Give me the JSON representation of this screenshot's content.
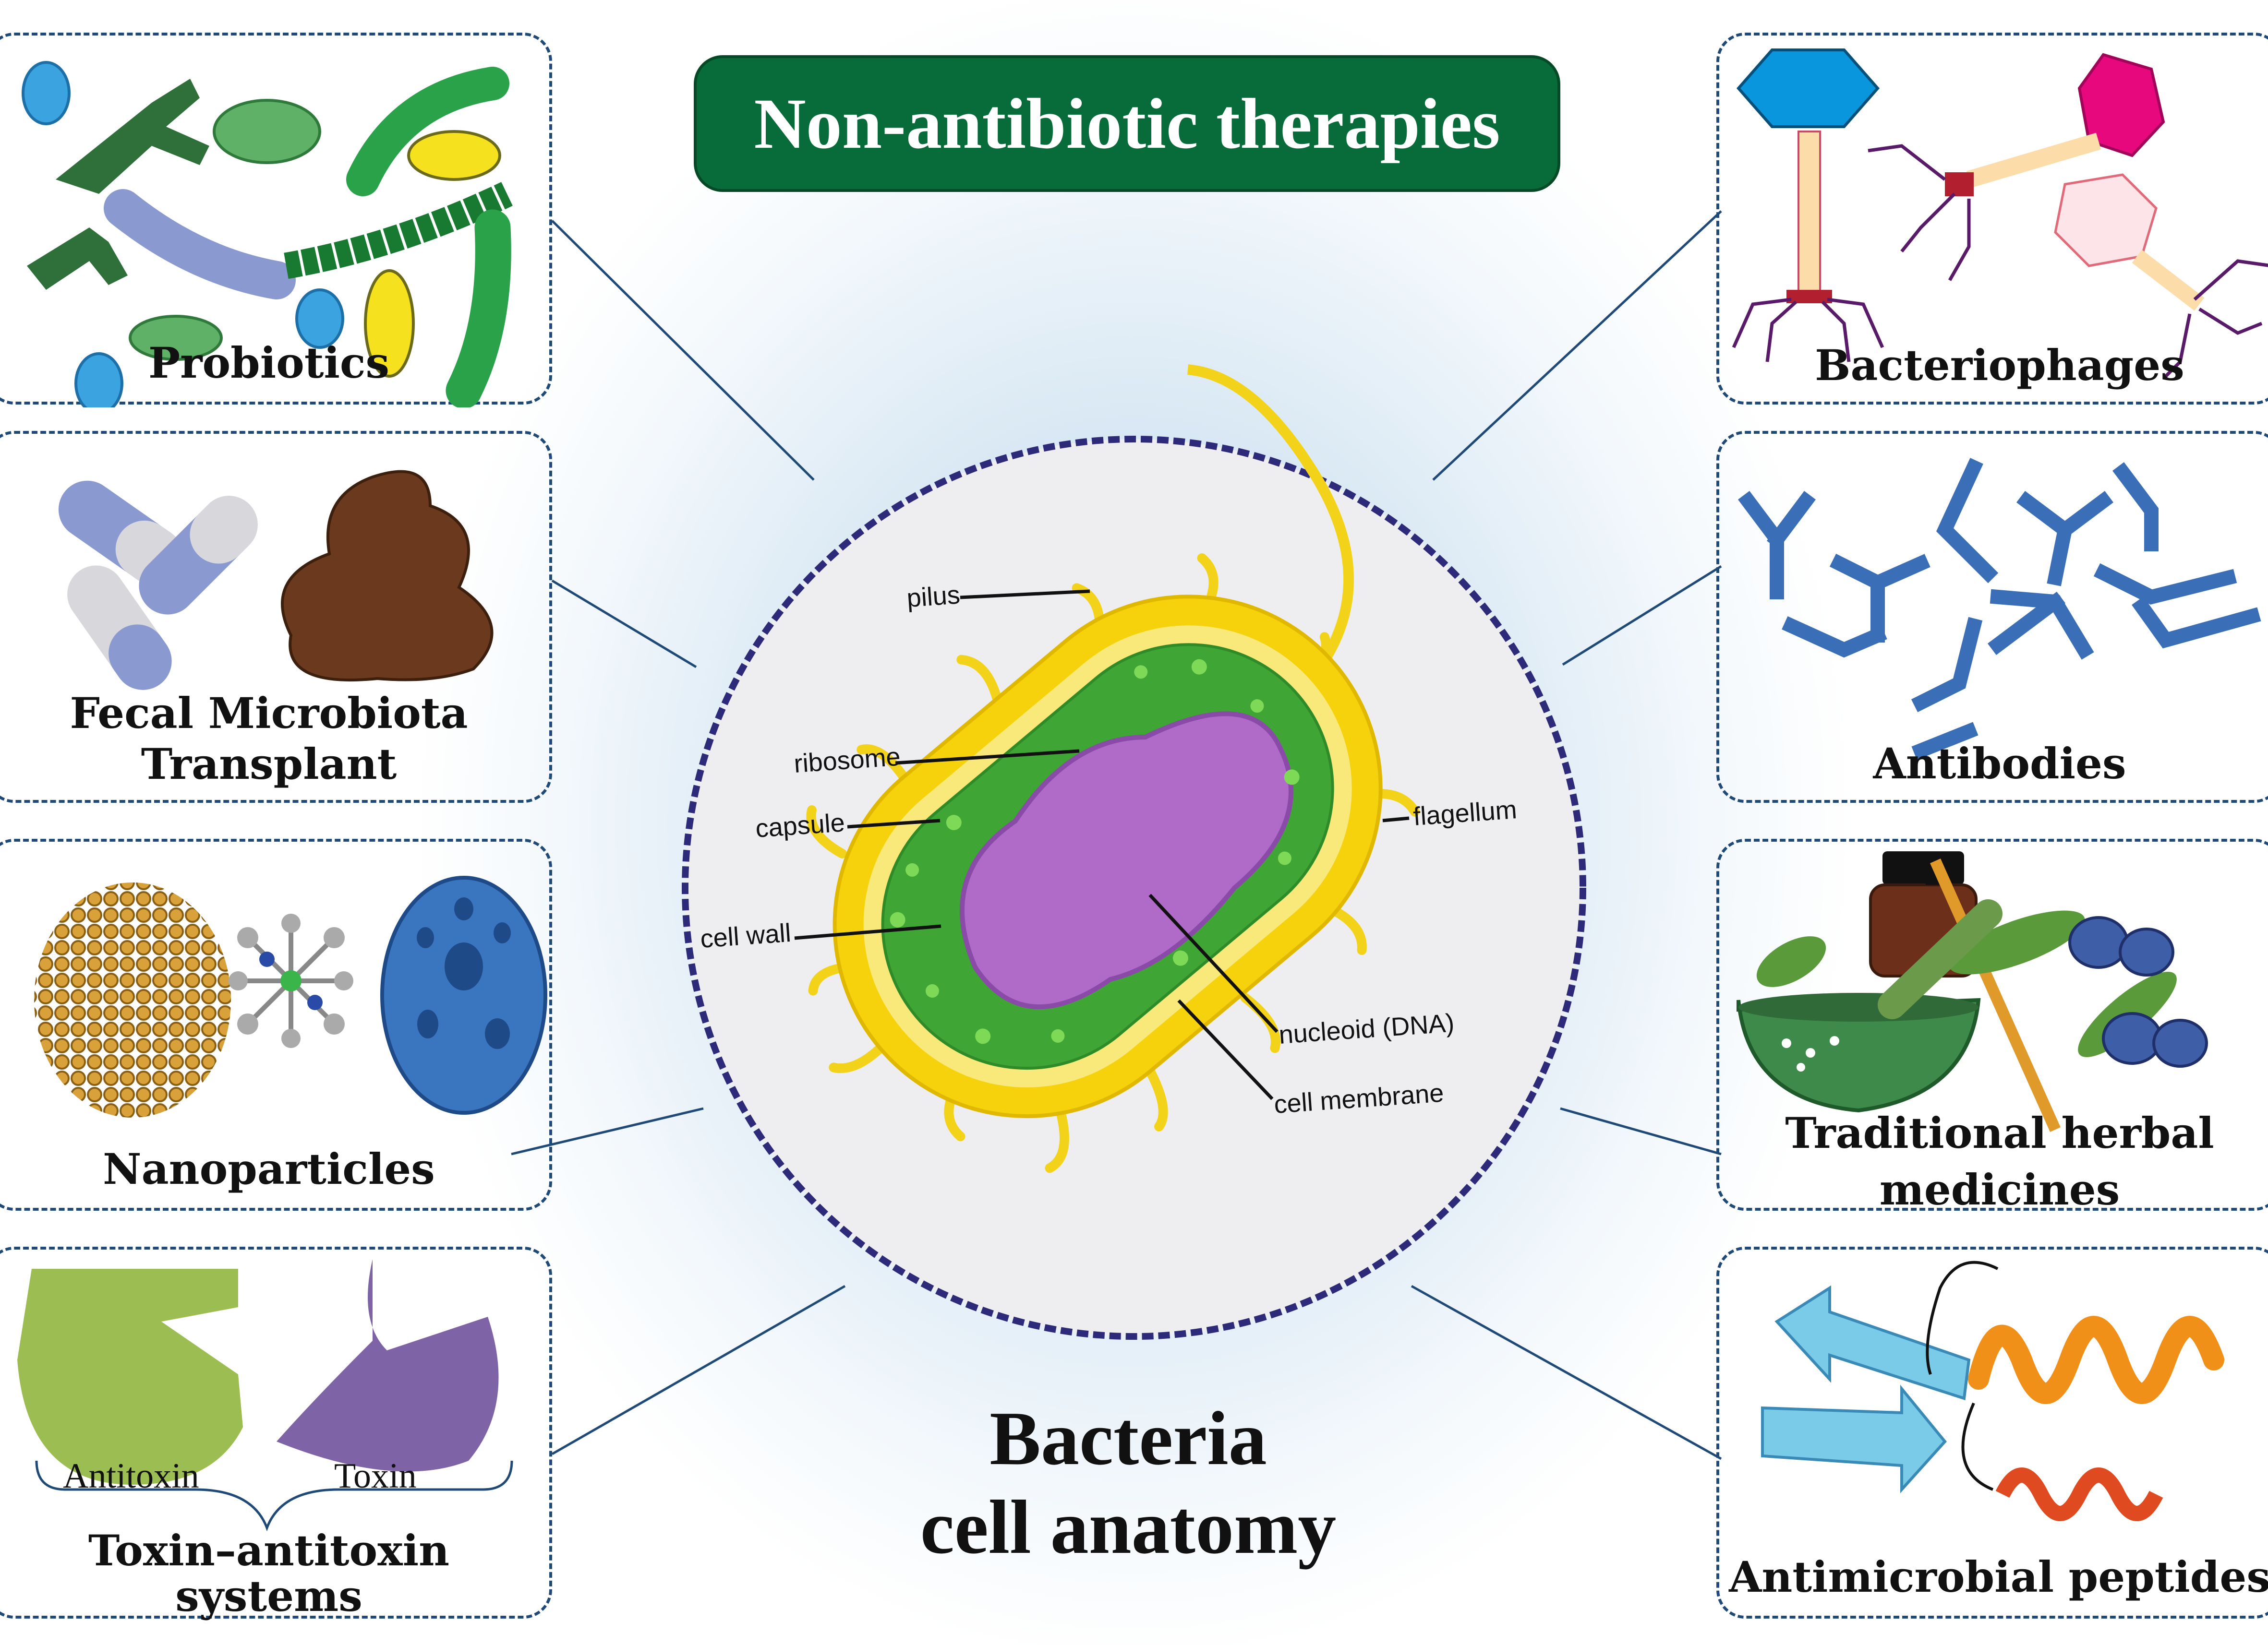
{
  "title": "Non-antibiotic therapies",
  "center": {
    "title_line1": "Bacteria",
    "title_line2": "cell anatomy",
    "labels": {
      "pilus": "pilus",
      "ribosome": "ribosome",
      "capsule": "capsule",
      "cell_wall": "cell wall",
      "flagellum": "flagellum",
      "nucleoid": "nucleoid (DNA)",
      "cell_membrane": "cell membrane"
    }
  },
  "left_panels": {
    "probiotics": "Probiotics",
    "fmt_line1": "Fecal Microbiota",
    "fmt_line2": "Transplant",
    "nanoparticles": "Nanoparticles",
    "toxin_label": "Toxin",
    "antitoxin_label": "Antitoxin",
    "ta_line1": "Toxin–antitoxin",
    "ta_line2": "systems"
  },
  "right_panels": {
    "bacteriophages": "Bacteriophages",
    "antibodies": "Antibodies",
    "herbal_line1": "Traditional herbal",
    "herbal_line2": "medicines",
    "amp": "Antimicrobial peptides"
  },
  "colors": {
    "title_bg": "#086b3a",
    "dash_border": "#1f4a78",
    "circle_border": "#2e2a7a",
    "capsule": "#f5d20c",
    "cytoplasm": "#3fa535",
    "nucleoid": "#b06ac8",
    "antitoxin": "#9cbd52",
    "toxin": "#7e63a6",
    "antibody": "#3a6fb8",
    "phage_blue": "#0a96dc",
    "phage_pink": "#e8087e"
  }
}
